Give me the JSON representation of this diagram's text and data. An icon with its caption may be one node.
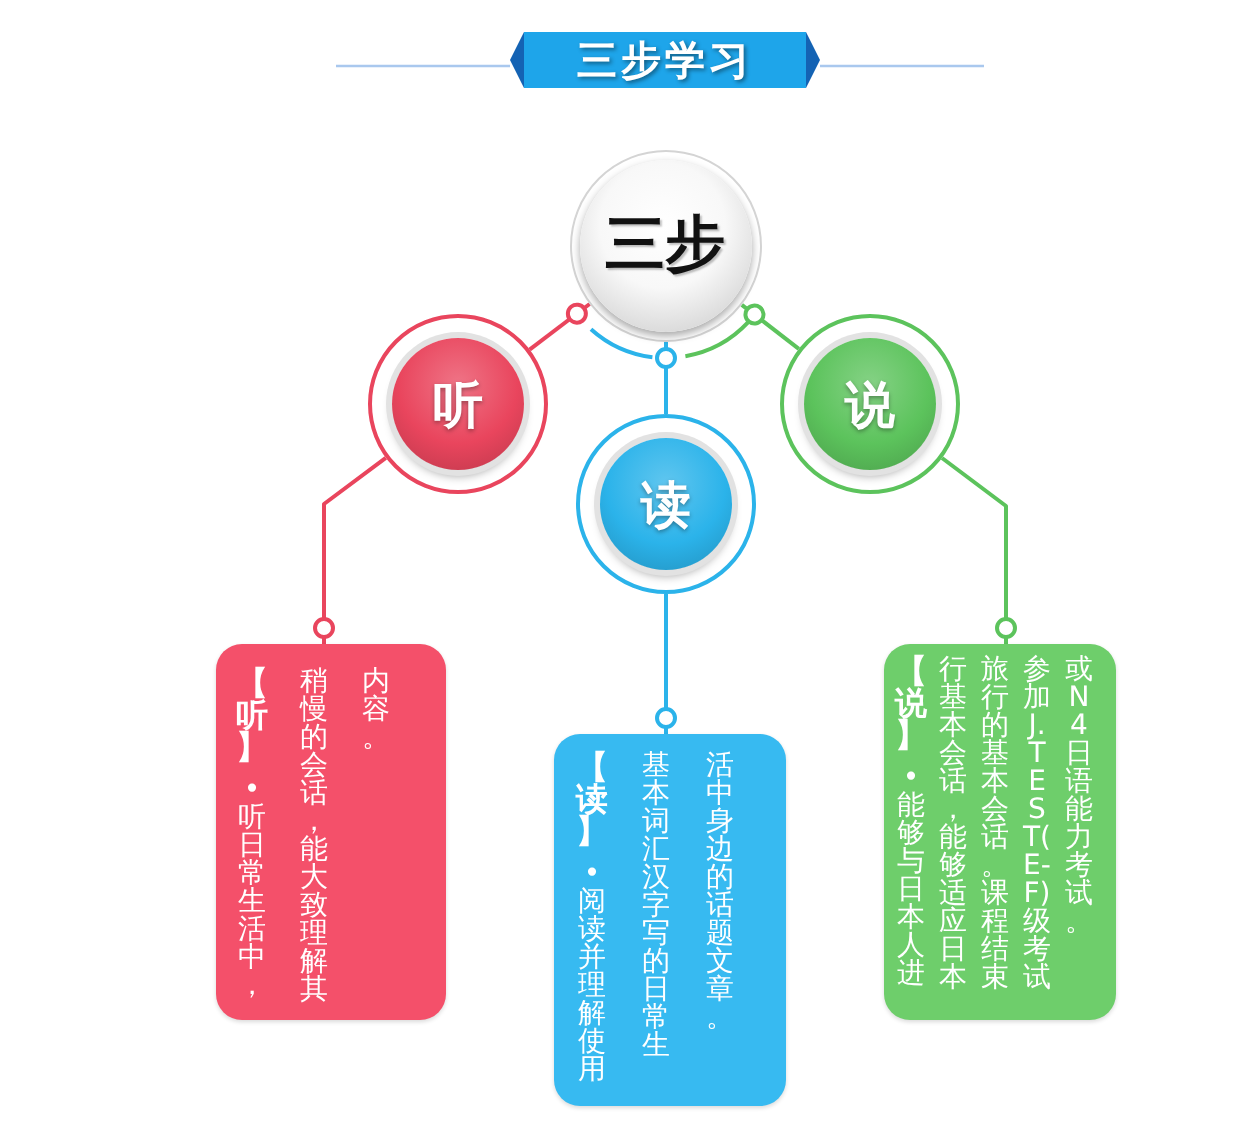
{
  "diagram": {
    "title": "三步学习",
    "nodes": [
      {
        "text": [
          "三步"
        ]
      },
      {
        "text": [
          "听"
        ]
      },
      {
        "text": [
          "读"
        ]
      },
      {
        "text": [
          "说"
        ]
      },
      {
        "text": [
          "**【听】**•听日常生活中，稍慢的会话，能大致理解其内容。"
        ]
      },
      {
        "text": [
          "**【读】**•阅读并理解使用基本词汇汉字写的日常生活中身边的话题文章。"
        ]
      },
      {
        "text": [
          "**【说】**•能够与日本人进行基本会话，能够适应日本旅行的基本会话。课程结束参加J.TEST(E-F)级考试或N4日语能力考试。"
        ]
      }
    ],
    "edges": [
      {
        "from": 0,
        "to": 1,
        "arrow": "other",
        "color": "#e9455d"
      },
      {
        "from": 0,
        "to": 2,
        "arrow": "other",
        "color": "#2bb3ea"
      },
      {
        "from": 0,
        "to": 3,
        "arrow": "other",
        "color": "#5cc35c"
      },
      {
        "from": 1,
        "to": 4,
        "arrow": "other",
        "color": "#e9455d"
      },
      {
        "from": 2,
        "to": 5,
        "arrow": "other",
        "color": "#2bb3ea"
      },
      {
        "from": 3,
        "to": 6,
        "arrow": "other",
        "color": "#5cc35c"
      }
    ]
  }
}
